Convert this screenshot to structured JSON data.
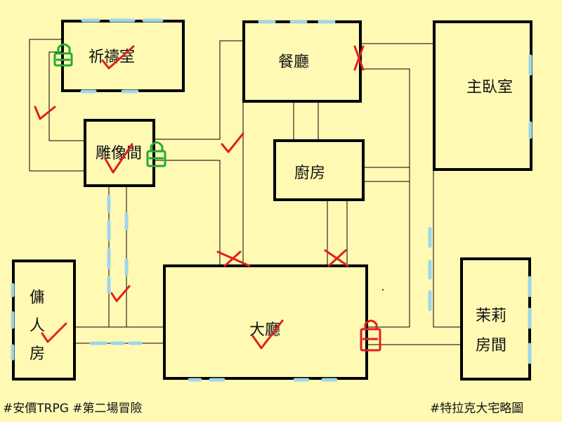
{
  "rooms": {
    "prayer_room": "祈禱室",
    "dining_room": "餐廳",
    "master_bedroom": "主臥室",
    "statue_room": "雕像間",
    "kitchen": "廚房",
    "servant_room": [
      "傭",
      "人",
      "房"
    ],
    "hall": "大廳",
    "jasmine_room": [
      "茉莉",
      "房間"
    ]
  },
  "captions": {
    "left": "#安價TRPG #第二場冒險",
    "right": "#特拉克大宅略圖"
  },
  "markers": {
    "checked": [
      "prayer_room",
      "statue_room",
      "servant_room",
      "hall",
      "west-corridor",
      "central-corridor",
      "statue-south-corridor"
    ],
    "crossed": [
      "dining-east-door",
      "hall-north-left-door",
      "hall-north-right-door"
    ],
    "locked_green": [
      "prayer-room-west-door",
      "statue-room-east-door"
    ],
    "locked_red": [
      "hall-east-door"
    ]
  },
  "colors": {
    "background": "#FFF9B4",
    "wall": "#000000",
    "window": "#9ED6E8",
    "check": "#E02020",
    "lock_green": "#22AA33",
    "lock_red": "#E02020"
  }
}
